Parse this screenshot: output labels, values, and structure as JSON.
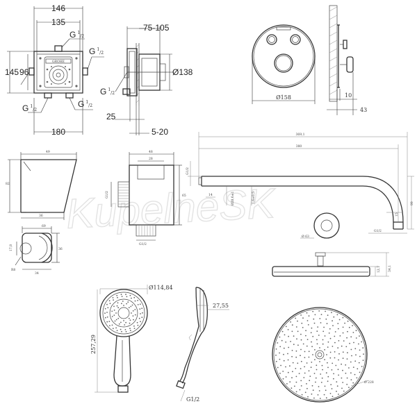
{
  "watermark": "KupelneSK",
  "box_front": {
    "dim_146": "146",
    "dim_135": "135",
    "dim_145": "145",
    "dim_96": "96",
    "dim_180": "180",
    "thread_top": "G",
    "thread_right": "G",
    "thread_left": "G",
    "thread_bl": "G",
    "thread_br": "G",
    "frac": "1",
    "frac_den": "2",
    "logo": "GROHE"
  },
  "box_side": {
    "dim_depth": "75-105",
    "dim_diam": "Ø138",
    "dim_25": "25",
    "dim_5_20": "5-20"
  },
  "plate": {
    "dim_diam": "Ø158",
    "dim_10": "10",
    "dim_43": "43"
  },
  "holder": {
    "w_top": "49",
    "h": "82",
    "w_bot": "36",
    "w_plan": "69",
    "h_plan": "36",
    "d_17": "17,8",
    "d_34": "34",
    "r_8": "R8"
  },
  "elbow": {
    "w_48": "48",
    "w_28": "28",
    "h_65": "65",
    "g_side": "G1/2",
    "g_bot": "G1/2"
  },
  "arm": {
    "len_total": "369,1",
    "len_380": "380",
    "dim_g12": "G1/2",
    "dim_14": "14",
    "dim_28": "Ø28,6±1",
    "dim_angle": "1,6±0,5",
    "dim_99": "99",
    "dim_15": "15",
    "dim_g12b": "G1/2",
    "dim_rose": "Ø 63"
  },
  "head_side": {
    "dim_12": "12,7",
    "dim_34": "34,1"
  },
  "hand": {
    "dim_diam": "Ø114,84",
    "dim_len": "257,29",
    "dim_depth": "27,55",
    "dim_g": "G1/2"
  },
  "rain": {
    "dim_diam": "Ø 228"
  }
}
